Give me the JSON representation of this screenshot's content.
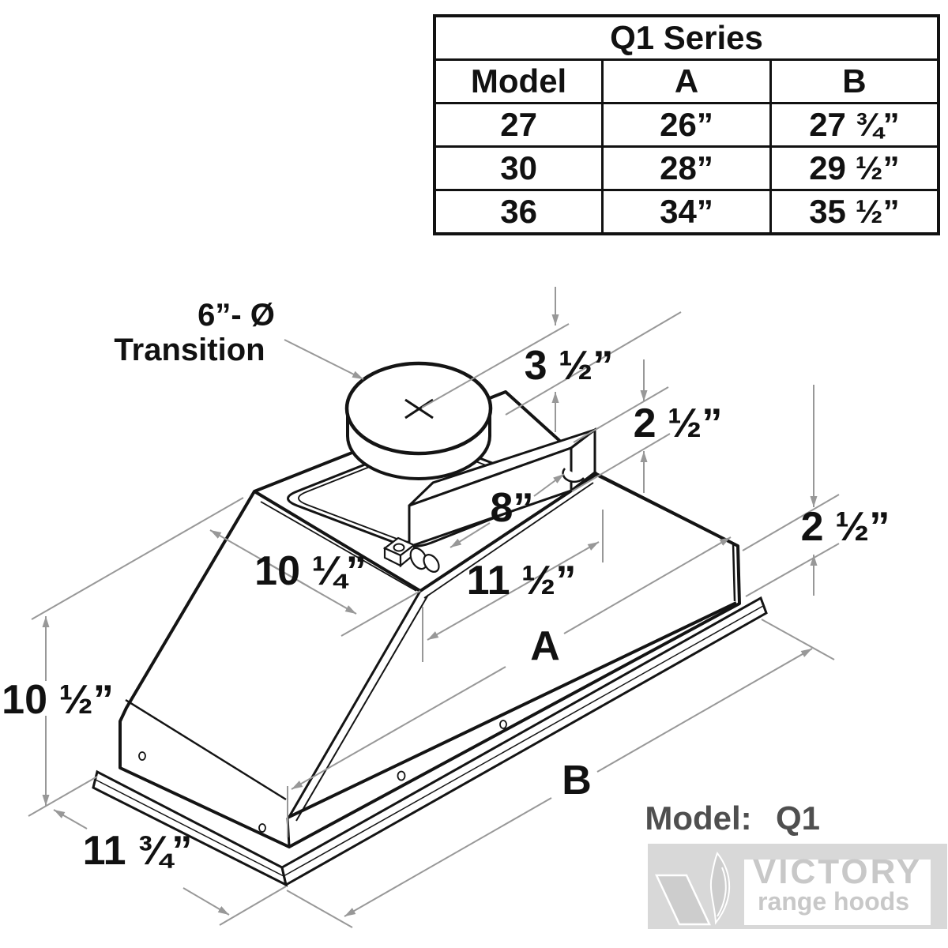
{
  "table": {
    "title": "Q1 Series",
    "col_model": "Model",
    "col_a": "A",
    "col_b": "B",
    "rows": [
      {
        "model": "27",
        "a": "26”",
        "b": "27 ¾”"
      },
      {
        "model": "30",
        "a": "28”",
        "b": "29 ½”"
      },
      {
        "model": "36",
        "a": "34”",
        "b": "35 ½”"
      }
    ]
  },
  "labels": {
    "transition_l1": "6”- Ø",
    "transition_l2": "Transition",
    "duct_height": "3 ½”",
    "box_height": "2 ½”",
    "liner_height": "2 ½”",
    "box_length": "8”",
    "top_depth": "10 ¼”",
    "opening_depth": "11 ½”",
    "body_height": "10 ½”",
    "base_depth": "11 ¾”",
    "dim_a": "A",
    "dim_b": "B"
  },
  "model_note": {
    "label": "Model:",
    "value": "Q1"
  },
  "logo": {
    "brand": "VICTORY",
    "tagline": "range hoods"
  },
  "colors": {
    "line": "#141414",
    "dim_gray": "#989898",
    "model_text": "#4f4f4f",
    "logo_bg": "#d8d8d8",
    "logo_text": "#c8c8c8"
  }
}
